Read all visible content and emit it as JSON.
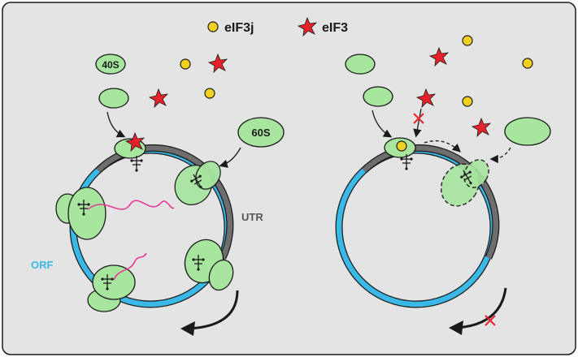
{
  "legend": {
    "eif3j_label": "eIF3j",
    "eif3_label": "eIF3"
  },
  "labels": {
    "subunit_40s": "40S",
    "subunit_60s": "60S",
    "utr": "UTR",
    "orf": "ORF"
  },
  "colors": {
    "panel_bg": "#e4e4e4",
    "ribosome_green": "#a8e6a0",
    "ribosome_stroke": "#1a1a1a",
    "eif3_red": "#e8222a",
    "eif3j_yellow": "#f2d020",
    "orf_blue": "#3ab8e6",
    "utr_gray": "#6e6e6e",
    "nascent_pink": "#e8389c",
    "orf_label": "#3ab8e6",
    "utr_label": "#555555"
  }
}
